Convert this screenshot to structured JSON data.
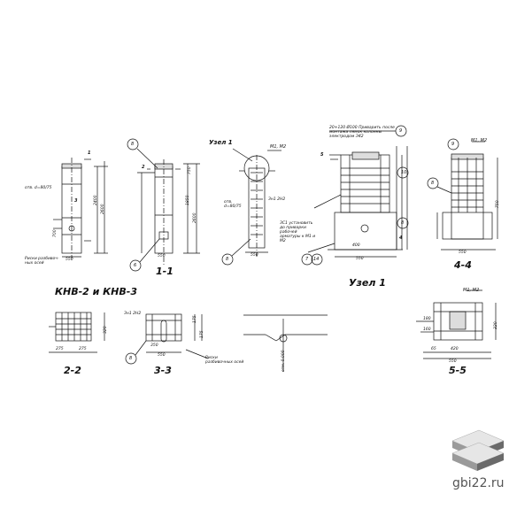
{
  "view_titles": {
    "knv": "КНВ-2 и КНВ-3",
    "uzel": "Узел 1",
    "s11": "1-1",
    "s22": "2-2",
    "s33": "3-3",
    "s44": "4-4",
    "s55": "5-5",
    "uzel_small": "Узел 1"
  },
  "callouts": {
    "c8": "8",
    "c9": "9",
    "c6": "6",
    "c7": "7",
    "c14": "14",
    "c10": "10",
    "m1m2": "М1, М2",
    "m1m2b": "М1, М2",
    "otv": "отв. d=80/75",
    "otv2": "отв. d=80/75",
    "sr1": "Зн1 2Н2",
    "sr2": "Зн1 2Н2",
    "riski": "Риски разбивоч-ных осей",
    "riski2": "Риски разбивочных осей",
    "note_top": "20+120 Ø100 Приварить после монтажа лямок колонны электродом Э42",
    "note_zs": "ЗС1 установить до приварки рабочей арматуры к М1 и М2",
    "otm": "отм. 0.000"
  },
  "dims": {
    "d550": "550",
    "d2400": "2400",
    "d2600": "2600",
    "d700": "700",
    "d1850": "1850",
    "d750": "750",
    "d150": "150",
    "d160": "160",
    "d350": "350",
    "d275": "275",
    "d320": "320",
    "d175": "175",
    "d125": "125",
    "d180": "180",
    "d420": "420",
    "d65": "65",
    "d4": "4",
    "d5": "5",
    "d2": "2",
    "d3": "3",
    "d1": "1",
    "d70": "70",
    "d450": "450",
    "d400": "400",
    "d280": "280",
    "d200": "200"
  },
  "watermark": {
    "site": "gbi22.ru",
    "logo_icon": "stacked-slabs-icon",
    "colors": {
      "top": "#e6e6e6",
      "side": "#9a9a9a",
      "dark": "#6a6a6a"
    }
  }
}
